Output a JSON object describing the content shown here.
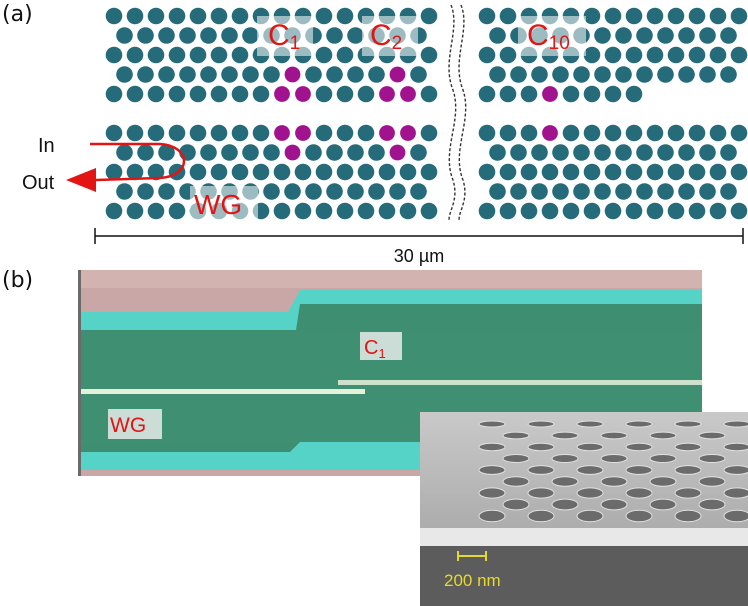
{
  "panel_a": {
    "label": "(a)",
    "in_label": "In",
    "out_label": "Out",
    "waveguide_label": "WG",
    "cavities": [
      {
        "base": "C",
        "sub": "1"
      },
      {
        "base": "C",
        "sub": "2"
      },
      {
        "base": "C",
        "sub": "10"
      }
    ],
    "scale_label": "30 µm",
    "colors": {
      "holes": "#266b79",
      "cavity_holes": "#a0128e",
      "arrow": "#e31414",
      "label_text": "#e31414"
    }
  },
  "panel_b": {
    "label": "(b)",
    "cavity": {
      "base": "C",
      "sub": "1"
    },
    "waveguide_label": "WG",
    "sem_scale_label": "200 nm",
    "colors": {
      "label_text": "#e31414",
      "scale_text": "#e6d92e"
    }
  }
}
